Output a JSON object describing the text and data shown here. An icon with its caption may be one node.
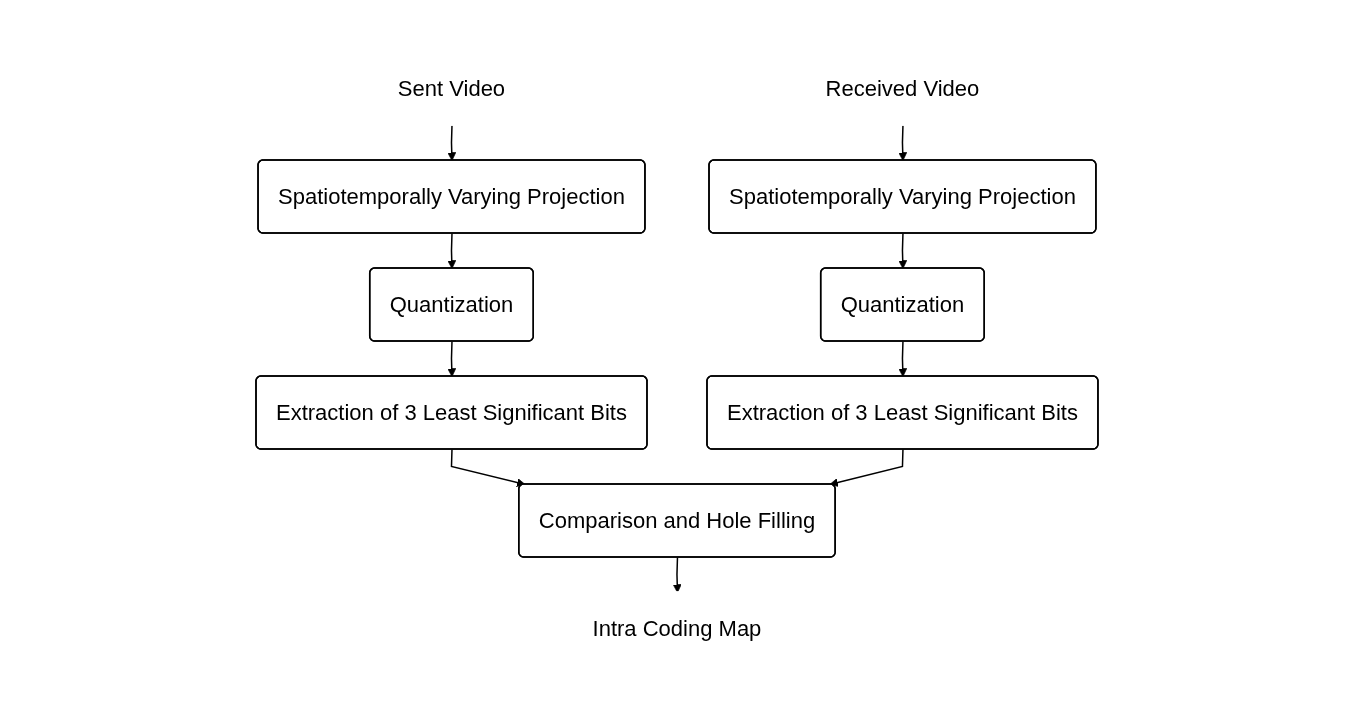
{
  "diagram": {
    "nodes": [
      {
        "text": [
          "Sent Video"
        ]
      },
      {
        "text": [
          "Spatiotemporally Varying Projection"
        ]
      },
      {
        "text": [
          "Quantization"
        ]
      },
      {
        "text": [
          "Extraction of 3 Least Significant Bits"
        ]
      },
      {
        "text": [
          "Comparison and Hole Filling"
        ]
      },
      {
        "text": [
          "Intra Coding Map"
        ]
      },
      {
        "text": [
          "Received Video"
        ]
      },
      {
        "text": [
          "Spatiotemporally Varying Projection"
        ]
      },
      {
        "text": [
          "Quantization"
        ]
      },
      {
        "text": [
          "Extraction of 3 Least Significant Bits"
        ]
      }
    ],
    "edges": [
      {
        "from": 0,
        "to": 1,
        "arrow": "to"
      },
      {
        "from": 1,
        "to": 2,
        "arrow": "to"
      },
      {
        "from": 2,
        "to": 3,
        "arrow": "to"
      },
      {
        "from": 3,
        "to": 4,
        "arrow": "to"
      },
      {
        "from": 4,
        "to": 5,
        "arrow": "to"
      },
      {
        "from": 6,
        "to": 7,
        "arrow": "to"
      },
      {
        "from": 7,
        "to": 8,
        "arrow": "to"
      },
      {
        "from": 8,
        "to": 9,
        "arrow": "to"
      },
      {
        "from": 9,
        "to": 4,
        "arrow": "to"
      }
    ]
  }
}
